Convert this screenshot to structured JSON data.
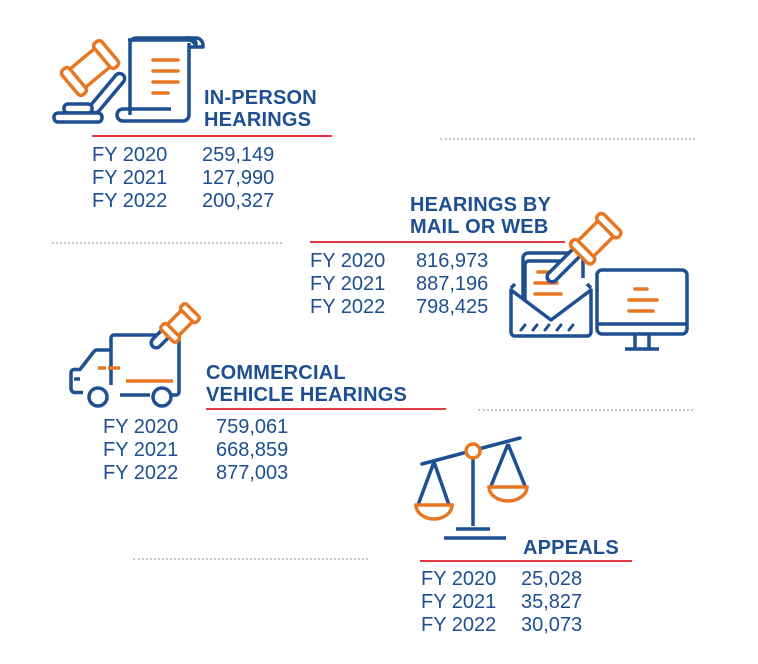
{
  "colors": {
    "primary_blue": "#1d4f91",
    "accent_orange": "#e87722",
    "rule_red": "#e03a3e",
    "dots_gray": "#c8c8c8"
  },
  "sections": {
    "in_person": {
      "icon": "gavel-scroll-icon",
      "title_line1": "IN-PERSON",
      "title_line2": "HEARINGS",
      "rows": [
        {
          "year": "FY 2020",
          "value": "259,149"
        },
        {
          "year": "FY 2021",
          "value": "127,990"
        },
        {
          "year": "FY 2022",
          "value": "200,327"
        }
      ]
    },
    "mail_web": {
      "icon": "gavel-envelope-monitor-icon",
      "title_line1": "HEARINGS BY",
      "title_line2": "MAIL OR WEB",
      "rows": [
        {
          "year": "FY 2020",
          "value": "816,973"
        },
        {
          "year": "FY 2021",
          "value": "887,196"
        },
        {
          "year": "FY 2022",
          "value": "798,425"
        }
      ]
    },
    "commercial": {
      "icon": "gavel-truck-icon",
      "title_line1": "COMMERCIAL",
      "title_line2": "VEHICLE HEARINGS",
      "rows": [
        {
          "year": "FY 2020",
          "value": "759,061"
        },
        {
          "year": "FY 2021",
          "value": "668,859"
        },
        {
          "year": "FY 2022",
          "value": "877,003"
        }
      ]
    },
    "appeals": {
      "icon": "scales-icon",
      "title_line1": "APPEALS",
      "rows": [
        {
          "year": "FY 2020",
          "value": "25,028"
        },
        {
          "year": "FY 2021",
          "value": "35,827"
        },
        {
          "year": "FY 2022",
          "value": "30,073"
        }
      ]
    }
  }
}
